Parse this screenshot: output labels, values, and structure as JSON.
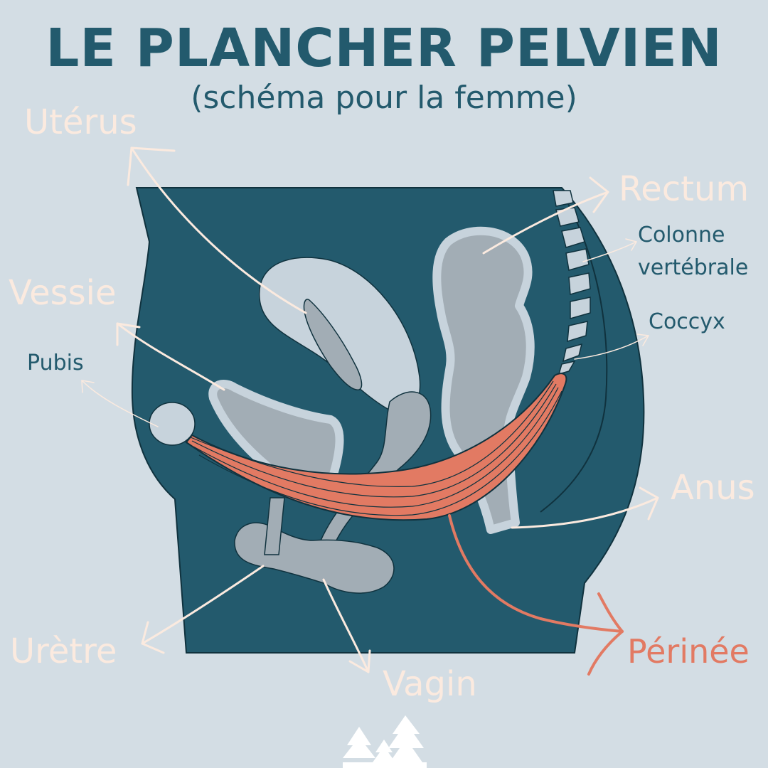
{
  "header": {
    "title": "LE PLANCHER PELVIEN",
    "subtitle": "(schéma pour la femme)"
  },
  "labels": {
    "uterus": "Utérus",
    "rectum": "Rectum",
    "colonne_line1": "Colonne",
    "colonne_line2": "vertébrale",
    "vessie": "Vessie",
    "coccyx": "Coccyx",
    "pubis": "Pubis",
    "anus": "Anus",
    "uretre": "Urètre",
    "perinee": "Périnée",
    "vagin": "Vagin"
  },
  "logo": {
    "icon": "pine-trees-icon"
  },
  "colors": {
    "background": "#d3dde4",
    "body": "#235a6d",
    "organ_outline": "#c7d3dc",
    "organ_fill": "#a2adb5",
    "muscle": "#e27a63",
    "label_light": "#fbeadf",
    "label_dark": "#235a6d",
    "label_highlight": "#e27a63"
  }
}
